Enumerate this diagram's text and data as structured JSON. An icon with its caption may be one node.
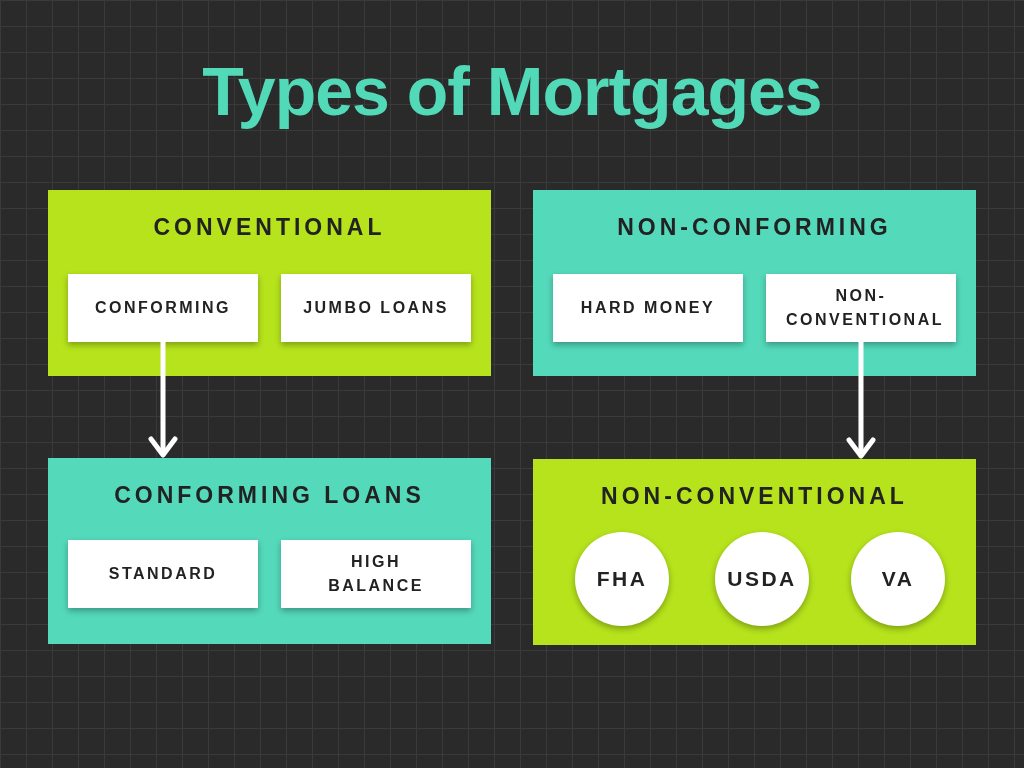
{
  "diagram": {
    "title": "Types of Mortgages",
    "nodes": [
      {
        "text": [
          "CONVENTIONAL"
        ]
      },
      {
        "text": [
          "CONFORMING"
        ],
        "in": 0
      },
      {
        "text": [
          "JUMBO LOANS"
        ],
        "in": 0
      },
      {
        "text": [
          "NON-CONFORMING"
        ]
      },
      {
        "text": [
          "HARD MONEY"
        ],
        "in": 3
      },
      {
        "text": [
          "NON-CONVENTIONAL"
        ],
        "in": 3
      },
      {
        "text": [
          "CONFORMING LOANS"
        ]
      },
      {
        "text": [
          "STANDARD"
        ],
        "in": 6
      },
      {
        "text": [
          "HIGH BALANCE"
        ],
        "in": 6
      },
      {
        "text": [
          "NON-CONVENTIONAL"
        ]
      },
      {
        "text": [
          "FHA"
        ],
        "in": 9
      },
      {
        "text": [
          "USDA"
        ],
        "in": 9
      },
      {
        "text": [
          "VA"
        ],
        "in": 9
      }
    ],
    "edges": [
      {
        "from": 1,
        "to": 6,
        "arrow": "to"
      },
      {
        "from": 5,
        "to": 9,
        "arrow": "to"
      }
    ]
  }
}
